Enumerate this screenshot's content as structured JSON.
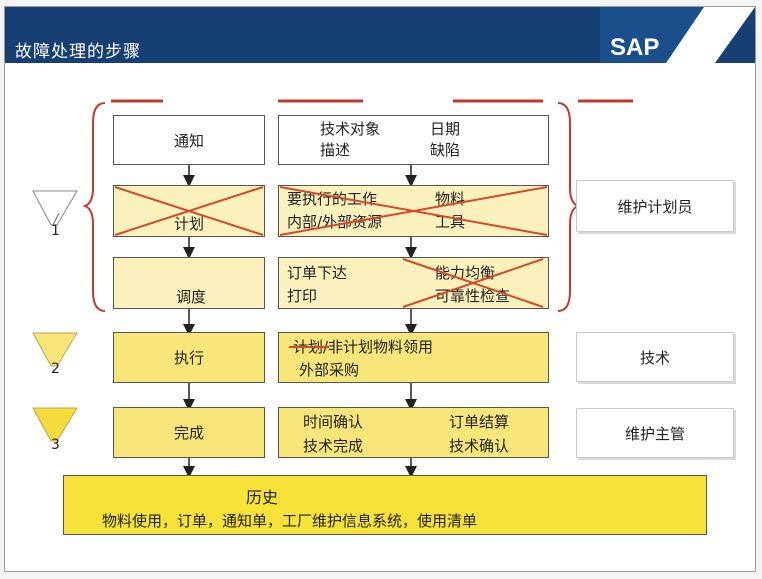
{
  "header": {
    "title": "故障处理的步骤",
    "logo_text": "SAP"
  },
  "phases": [
    {
      "number": "1",
      "color": "#ffffff"
    },
    {
      "number": "2",
      "color": "#f9e67a"
    },
    {
      "number": "3",
      "color": "#f5dc3c"
    }
  ],
  "steps": [
    {
      "label": "通知",
      "details": [
        "技术对象",
        "日期",
        "描述",
        "缺陷"
      ]
    },
    {
      "label": "计划",
      "details": [
        "要执行的工作",
        "物料",
        "内部/外部资源",
        "工具"
      ]
    },
    {
      "label": "调度",
      "details": [
        "订单下达",
        "能力均衡",
        "打印",
        "可靠性检查"
      ]
    },
    {
      "label": "执行",
      "details": [
        "计划/非计划物料领用",
        "外部采购"
      ]
    },
    {
      "label": "完成",
      "details": [
        "时间确认",
        "订单结算",
        "技术完成",
        "技术确认"
      ]
    }
  ],
  "history": {
    "title": "历史",
    "text": "物料使用，订单，通知单，工厂维护信息系统，使用清单"
  },
  "roles": [
    "维护计划员",
    "技术",
    "维护主管"
  ],
  "colors": {
    "header": "#163f74",
    "bracket": "#c0392b",
    "strike": "#d24a2a"
  }
}
